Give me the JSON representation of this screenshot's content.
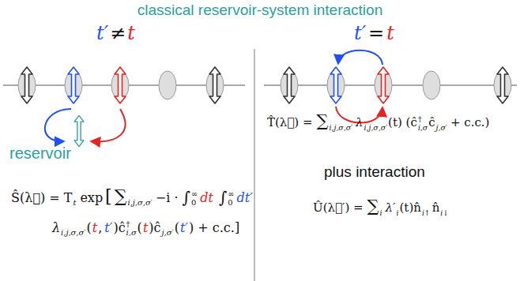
{
  "diagram": {
    "title": "classical reservoir-system interaction",
    "labels": [
      "t′",
      "≠",
      "t",
      "t′",
      "=",
      "t",
      "reservoir",
      "Ŝ(λ⃗) = T",
      "t",
      "exp",
      "[",
      "∑",
      "i,j,σ,σ′",
      "−i ·",
      "∫",
      "0",
      "∞",
      "dt",
      "∫",
      "0",
      "∞",
      "dt′",
      "λ",
      "i,j,σ,σ′",
      "(",
      "t",
      ",",
      "t′",
      ")ĉ",
      "†",
      "i,σ",
      "(",
      "t",
      ")ĉ",
      "j,σ′",
      "(",
      "t′",
      ") + c.c.]",
      "T̂(λ⃗) =",
      "∑",
      "i,j,σ,σ′",
      "λ",
      "i,j,σ,σ′",
      "(t) (ĉ",
      "†",
      "i,σ",
      "ĉ",
      "j,σ′",
      "+ c.c.)",
      "plus interaction",
      "Û(λ⃗′) =",
      "∑",
      "i",
      "λ′",
      "i",
      "(t)n̂",
      "i↑",
      "n̂",
      "i↓"
    ]
  }
}
